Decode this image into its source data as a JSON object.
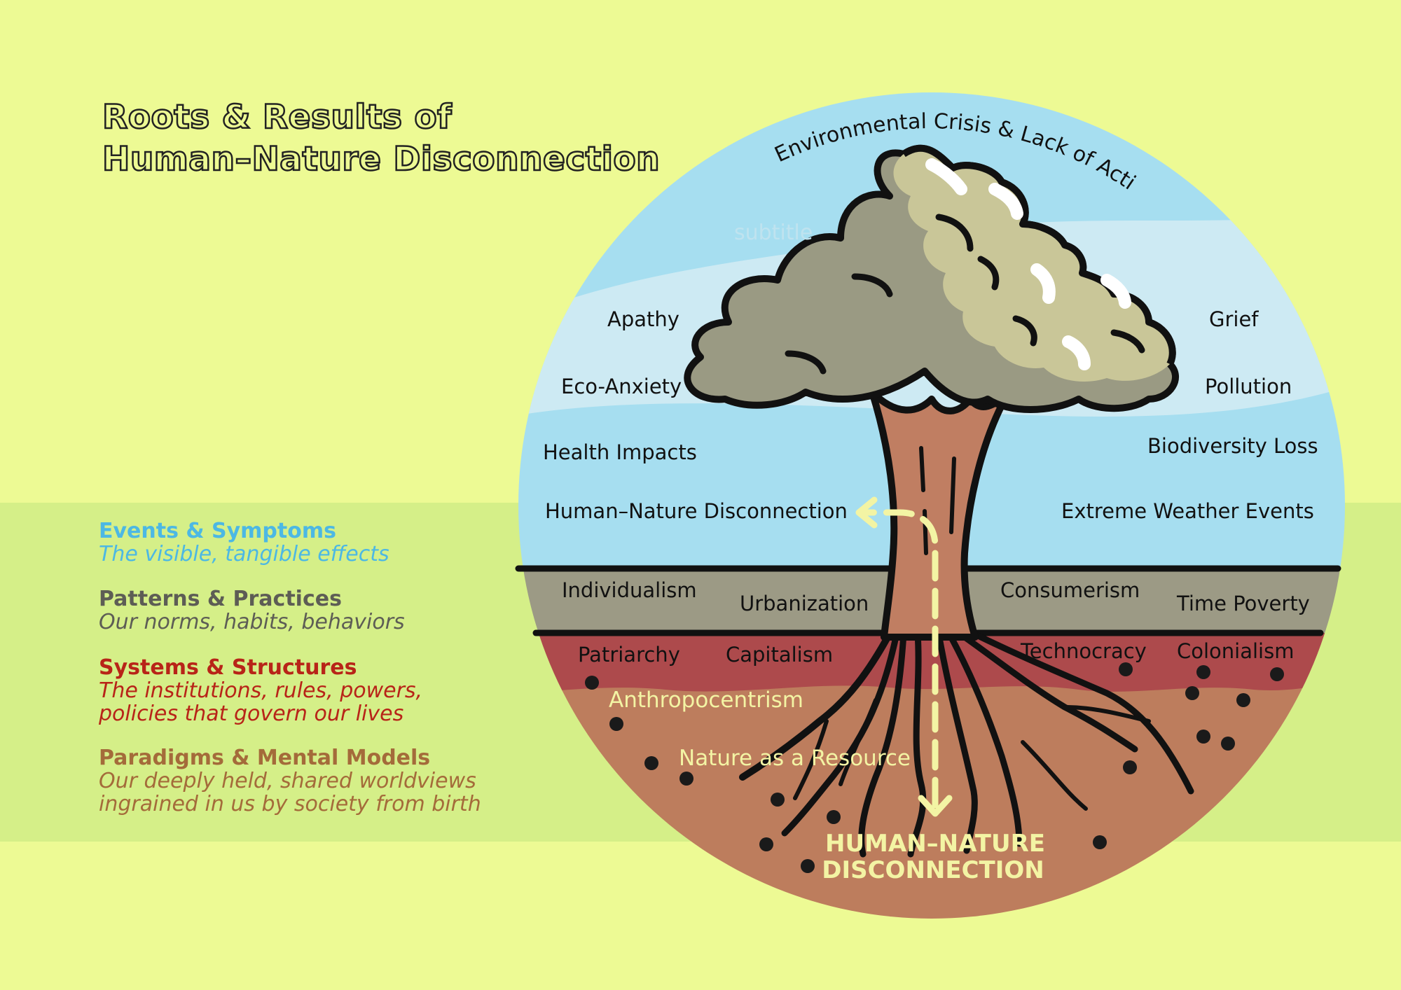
{
  "title": {
    "line1": "Roots & Results of",
    "line2": "Human–Nature Disconnection"
  },
  "legend": [
    {
      "heading": "Events & Symptoms",
      "description": [
        "The visible, tangible effects"
      ],
      "color": "#4cb8e4"
    },
    {
      "heading": "Patterns & Practices",
      "description": [
        "Our norms, habits, behaviors"
      ],
      "color": "#5d5d55"
    },
    {
      "heading": "Systems & Structures",
      "description": [
        "The institutions, rules, powers,",
        "policies that govern our lives"
      ],
      "color": "#b82418"
    },
    {
      "heading": "Paradigms & Mental Models",
      "description": [
        "Our deeply held, shared worldviews",
        "ingrained in us by society from birth"
      ],
      "color": "#a46b3a"
    }
  ],
  "diagram": {
    "arc_text": "Environmental Crisis & Lack of Action",
    "ghost_text": "subtitle",
    "events_left": [
      "Apathy",
      "Eco-Anxiety",
      "Health Impacts",
      "Human–Nature Disconnection"
    ],
    "events_right": [
      "Grief",
      "Pollution",
      "Biodiversity Loss",
      "Extreme Weather Events"
    ],
    "patterns": [
      "Individualism",
      "Urbanization",
      "Consumerism",
      "Time Poverty"
    ],
    "systems": [
      "Patriarchy",
      "Capitalism",
      "Technocracy",
      "Colonialism"
    ],
    "paradigms": [
      "Anthropocentrism",
      "Nature as a Resource"
    ],
    "root_label": [
      "HUMAN–NATURE",
      "DISCONNECTION"
    ]
  },
  "colors": {
    "background": "#edfa94",
    "band": "#d5ef88",
    "sky": "#a6def0",
    "sky_light": "#cdeaf3",
    "patterns_layer": "#9c9a85",
    "systems_layer": "#ad4a4c",
    "soil": "#bd7d5d",
    "trunk": "#c07e62",
    "canopy_dark": "#9a9a83",
    "canopy_light": "#c9c698",
    "arrow": "#f3f4a4"
  }
}
